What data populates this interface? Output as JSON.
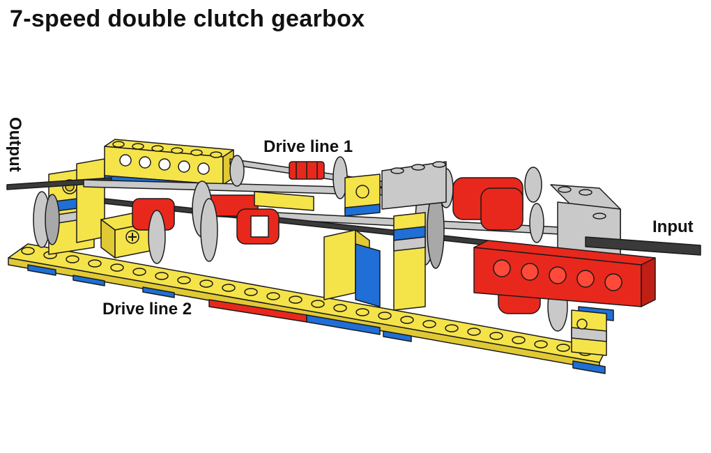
{
  "title": "7-speed double clutch gearbox",
  "labels": {
    "drive_line_1": "Drive line 1",
    "drive_line_2": "Drive line 2",
    "input": "Input",
    "output": "Output"
  },
  "colors": {
    "yellow": "#f5e34a",
    "red": "#e8281c",
    "blue": "#1f6fd6",
    "gray": "#c9c9c9",
    "dark_gray": "#7a7a7a",
    "axle": "#3a3a3a",
    "outline": "#1a1a1a"
  }
}
